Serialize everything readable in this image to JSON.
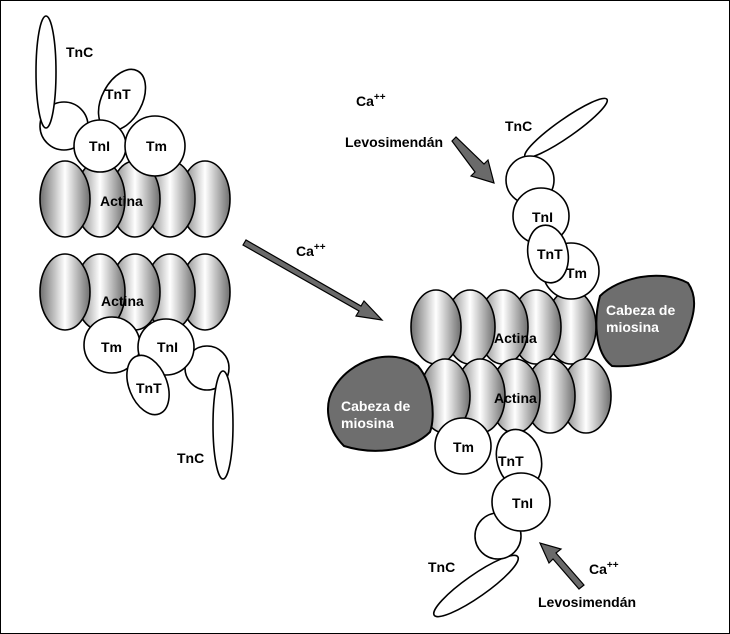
{
  "colors": {
    "background": "#ffffff",
    "outline": "#000000",
    "myosin_head_fill": "#6e6e6e",
    "arrow_fill": "#6a6a6a",
    "actin_gradient": [
      "#6f6f6f",
      "#ffffff",
      "#6f6f6f"
    ]
  },
  "labels": {
    "left_top": {
      "tnc": "TnC",
      "tnt": "TnT",
      "tni": "TnI",
      "tm": "Tm",
      "actina": "Actina"
    },
    "left_bottom": {
      "actina": "Actina",
      "tm": "Tm",
      "tni": "TnI",
      "tnt": "TnT",
      "tnc": "TnC"
    },
    "middle_arrow": {
      "ca": "Ca",
      "ca_sup": "++"
    },
    "right_top": {
      "ca": "Ca",
      "ca_sup": "++",
      "levosimendan": "Levosimendán",
      "tnc": "TnC",
      "tni": "TnI",
      "tnt": "TnT",
      "tm": "Tm",
      "actina": "Actina",
      "cabeza_line1": "Cabeza de",
      "cabeza_line2": "miosina"
    },
    "right_bottom": {
      "cabeza_line1": "Cabeza de",
      "cabeza_line2": "miosina",
      "actina": "Actina",
      "tm": "Tm",
      "tnt": "TnT",
      "tni": "TnI",
      "tnc": "TnC",
      "ca": "Ca",
      "ca_sup": "++",
      "levosimendan": "Levosimendán"
    }
  }
}
